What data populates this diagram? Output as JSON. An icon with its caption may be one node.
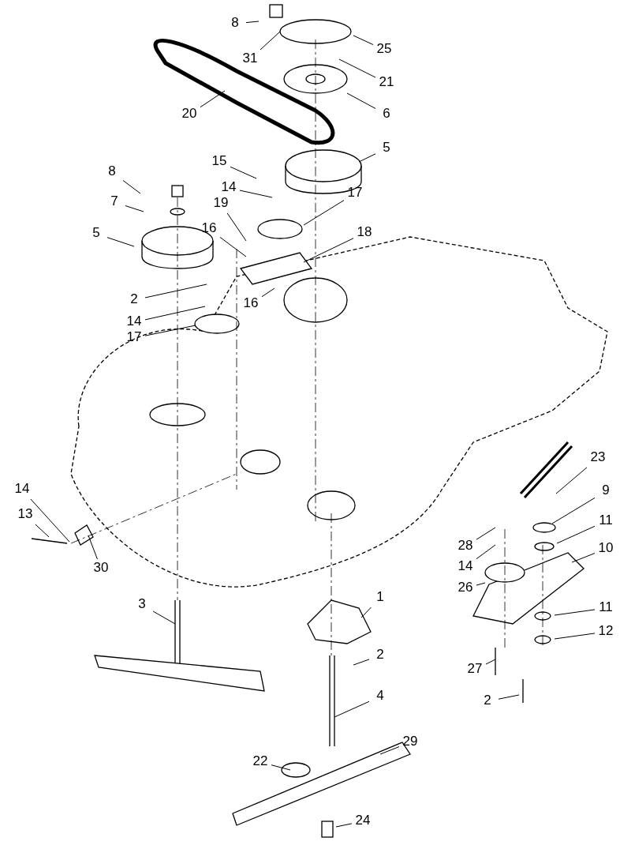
{
  "diagram": {
    "nodes": [
      {
        "text": [
          "8"
        ]
      },
      {
        "text": [
          "31"
        ]
      },
      {
        "text": [
          "25"
        ]
      },
      {
        "text": [
          "21"
        ]
      },
      {
        "text": [
          "20"
        ]
      },
      {
        "text": [
          "6"
        ]
      },
      {
        "text": [
          "5"
        ]
      },
      {
        "text": [
          "15"
        ]
      },
      {
        "text": [
          "14"
        ]
      },
      {
        "text": [
          "17"
        ]
      },
      {
        "text": [
          "19"
        ]
      },
      {
        "text": [
          "16"
        ]
      },
      {
        "text": [
          "18"
        ]
      },
      {
        "text": [
          "8"
        ]
      },
      {
        "text": [
          "7"
        ]
      },
      {
        "text": [
          "5"
        ]
      },
      {
        "text": [
          "16"
        ]
      },
      {
        "text": [
          "2"
        ]
      },
      {
        "text": [
          "14"
        ]
      },
      {
        "text": [
          "17"
        ]
      },
      {
        "text": [
          "14"
        ]
      },
      {
        "text": [
          "13"
        ]
      },
      {
        "text": [
          "30"
        ]
      },
      {
        "text": [
          "23"
        ]
      },
      {
        "text": [
          "9"
        ]
      },
      {
        "text": [
          "11"
        ]
      },
      {
        "text": [
          "28"
        ]
      },
      {
        "text": [
          "10"
        ]
      },
      {
        "text": [
          "14"
        ]
      },
      {
        "text": [
          "26"
        ]
      },
      {
        "text": [
          "3"
        ]
      },
      {
        "text": [
          "1"
        ]
      },
      {
        "text": [
          "11"
        ]
      },
      {
        "text": [
          "12"
        ]
      },
      {
        "text": [
          "2"
        ]
      },
      {
        "text": [
          "27"
        ]
      },
      {
        "text": [
          "2"
        ]
      },
      {
        "text": [
          "4"
        ]
      },
      {
        "text": [
          "29"
        ]
      },
      {
        "text": [
          "22"
        ]
      },
      {
        "text": [
          "24"
        ]
      }
    ],
    "edges": [
      {
        "from": 0,
        "to": null,
        "arrow": "none"
      },
      {
        "from": 1,
        "to": null,
        "arrow": "none"
      },
      {
        "from": 2,
        "to": null,
        "arrow": "none"
      },
      {
        "from": 3,
        "to": null,
        "arrow": "none"
      },
      {
        "from": 4,
        "to": null,
        "arrow": "none"
      },
      {
        "from": 5,
        "to": null,
        "arrow": "none"
      },
      {
        "from": 6,
        "to": null,
        "arrow": "none"
      },
      {
        "from": 7,
        "to": null,
        "arrow": "none"
      },
      {
        "from": 8,
        "to": null,
        "arrow": "none"
      },
      {
        "from": 9,
        "to": null,
        "arrow": "none"
      },
      {
        "from": 10,
        "to": null,
        "arrow": "none"
      },
      {
        "from": 11,
        "to": null,
        "arrow": "none"
      },
      {
        "from": 12,
        "to": null,
        "arrow": "none"
      },
      {
        "from": 13,
        "to": null,
        "arrow": "none"
      },
      {
        "from": 14,
        "to": null,
        "arrow": "none"
      },
      {
        "from": 15,
        "to": null,
        "arrow": "none"
      },
      {
        "from": 16,
        "to": null,
        "arrow": "none"
      },
      {
        "from": 17,
        "to": null,
        "arrow": "none"
      },
      {
        "from": 18,
        "to": null,
        "arrow": "none"
      },
      {
        "from": 19,
        "to": null,
        "arrow": "none"
      },
      {
        "from": 20,
        "to": null,
        "arrow": "none"
      },
      {
        "from": 21,
        "to": null,
        "arrow": "none"
      },
      {
        "from": 22,
        "to": null,
        "arrow": "none"
      },
      {
        "from": 23,
        "to": null,
        "arrow": "none"
      },
      {
        "from": 24,
        "to": null,
        "arrow": "none"
      },
      {
        "from": 25,
        "to": null,
        "arrow": "none"
      },
      {
        "from": 26,
        "to": null,
        "arrow": "none"
      },
      {
        "from": 27,
        "to": null,
        "arrow": "none"
      },
      {
        "from": 28,
        "to": null,
        "arrow": "none"
      },
      {
        "from": 29,
        "to": null,
        "arrow": "none"
      },
      {
        "from": 30,
        "to": null,
        "arrow": "none"
      },
      {
        "from": 31,
        "to": null,
        "arrow": "none"
      },
      {
        "from": 32,
        "to": null,
        "arrow": "none"
      },
      {
        "from": 33,
        "to": null,
        "arrow": "none"
      },
      {
        "from": 34,
        "to": null,
        "arrow": "none"
      },
      {
        "from": 35,
        "to": null,
        "arrow": "none"
      },
      {
        "from": 36,
        "to": null,
        "arrow": "none"
      },
      {
        "from": 37,
        "to": null,
        "arrow": "none"
      },
      {
        "from": 38,
        "to": null,
        "arrow": "none"
      },
      {
        "from": 39,
        "to": null,
        "arrow": "none"
      },
      {
        "from": 40,
        "to": null,
        "arrow": "none"
      }
    ]
  }
}
